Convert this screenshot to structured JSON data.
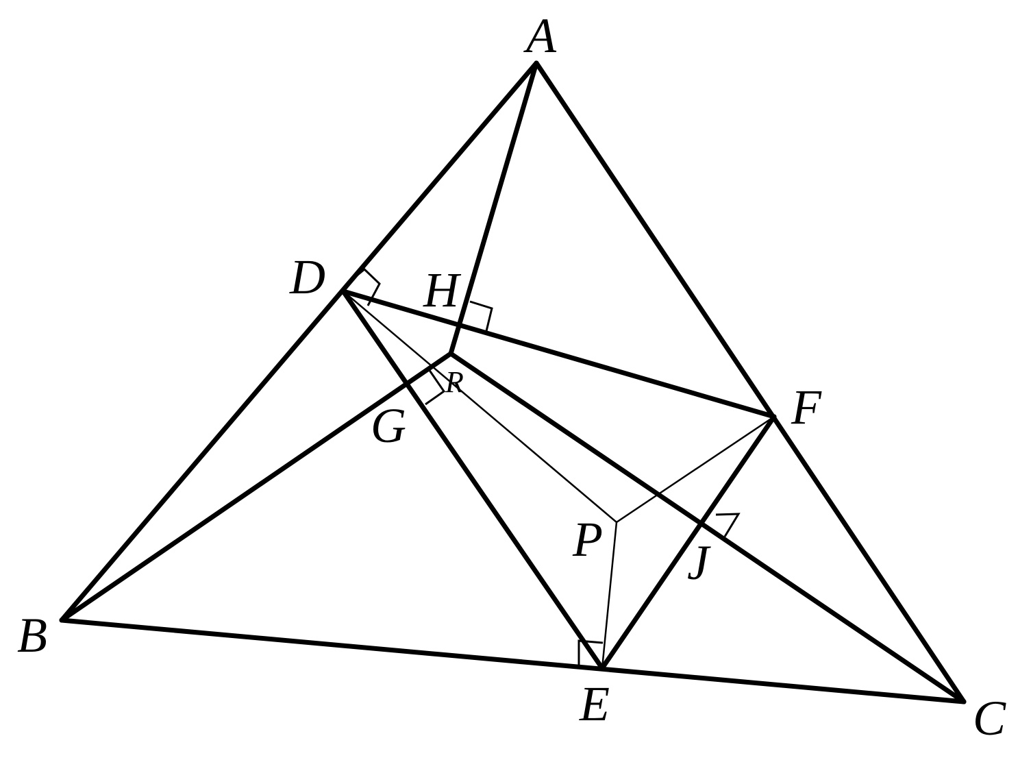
{
  "labels": {
    "A": "A",
    "B": "B",
    "C": "C",
    "D": "D",
    "E": "E",
    "F": "F",
    "G": "G",
    "H": "H",
    "J": "J",
    "P": "P",
    "R": "R"
  },
  "colors": {
    "stroke": "#000000",
    "background": "#ffffff"
  }
}
